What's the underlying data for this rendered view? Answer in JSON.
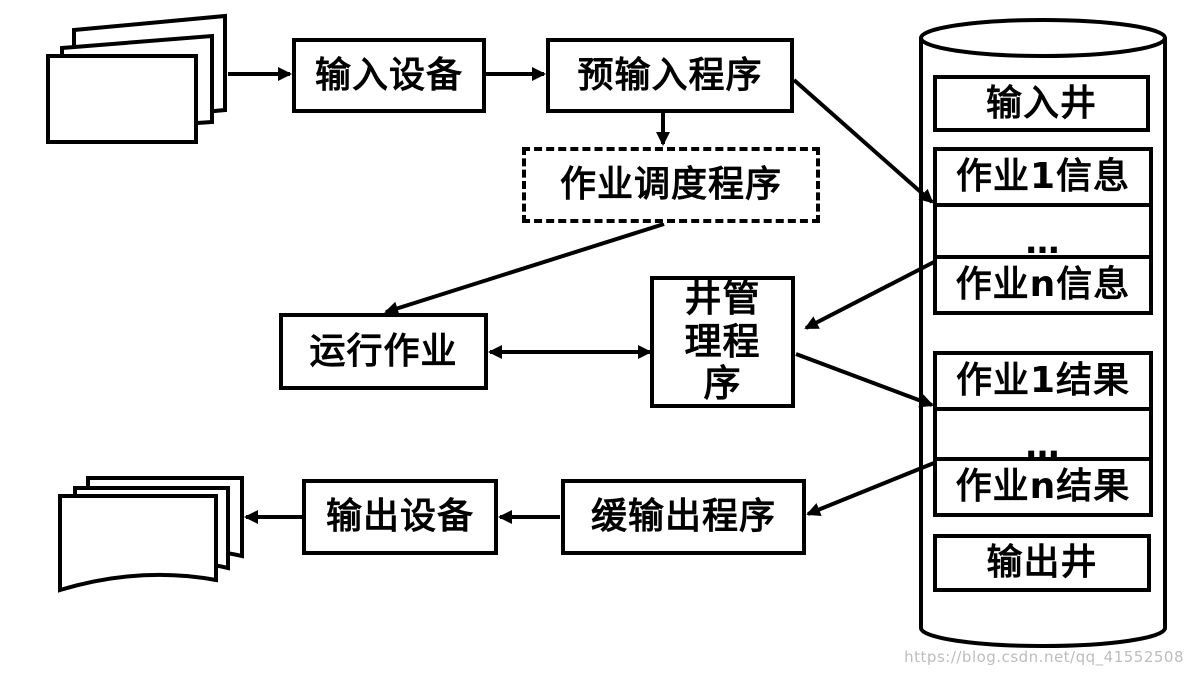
{
  "boxes": {
    "input_device": "输入设备",
    "pre_input_program": "预输入程序",
    "job_scheduler": "作业调度程序",
    "running_job": "运行作业",
    "spool_manager": "井管理程序",
    "buffered_output": "缓输出程序",
    "output_device": "输出设备"
  },
  "disk": {
    "input_well": "输入井",
    "job1_info": "作业1信息",
    "ellipsis_info": "…",
    "jobn_info": "作业n信息",
    "job1_result": "作业1结果",
    "ellipsis_result": "…",
    "jobn_result": "作业n结果",
    "output_well": "输出井"
  },
  "watermark": "https://blog.csdn.net/qq_41552508"
}
